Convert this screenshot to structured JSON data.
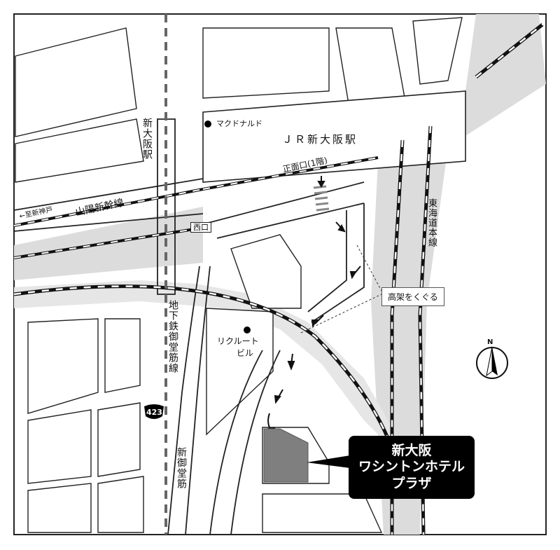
{
  "map": {
    "station_title": "ＪＲ新大阪駅",
    "mcdonalds": "マクドナルド",
    "entrance_main": "正面口(1階)",
    "west_exit": "西口",
    "to_shinkobe": "←至新神戸",
    "sanyo_shinkansen": "山陽新幹線",
    "subway_station": "新大阪駅",
    "subway_line": "地下鉄御堂筋線",
    "tokaido_line": "東海道本線",
    "overpass_note": "高架をくぐる",
    "recruit_building_line1": "リクルート",
    "recruit_building_line2": "ビル",
    "route_number": "423",
    "shin_midosuji": "新御堂筋",
    "north_symbol": "N",
    "hotel": {
      "line1": "新大阪",
      "line2": "ワシントンホテル",
      "line3": "プラザ"
    },
    "colors": {
      "background": "#ffffff",
      "road_outline": "#222222",
      "rail_area": "#dcdcdc",
      "hotel_building": "#7f7f7f",
      "hotel_label_bg": "#000000"
    },
    "icons": {
      "landmark": "filled-circle",
      "direction": "arrow-icon",
      "north": "compass-icon",
      "route": "route-shield-icon"
    }
  }
}
